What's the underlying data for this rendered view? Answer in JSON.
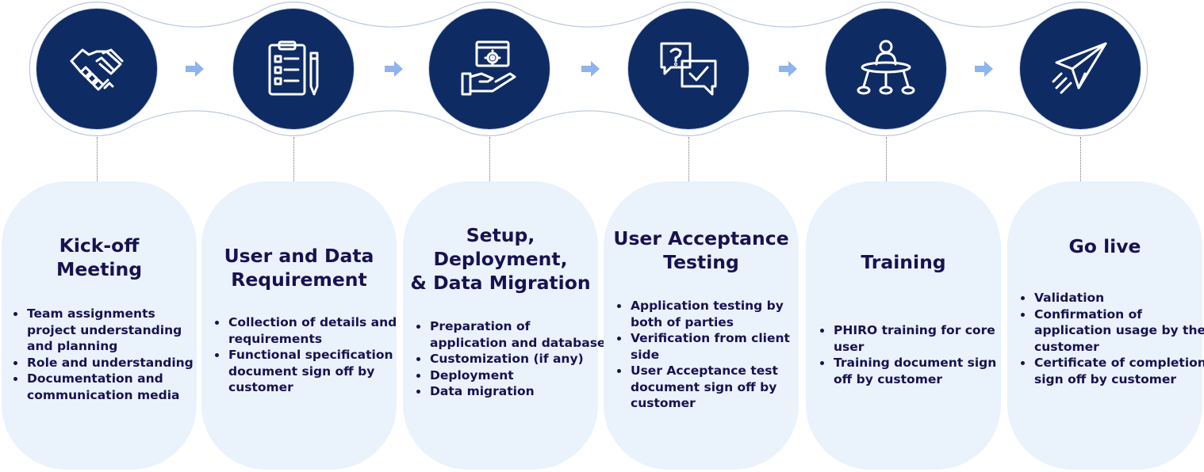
{
  "colors": {
    "circle": "#0f2b63",
    "card_bg": "#eaf2fc",
    "text": "#17124f",
    "arrow": "#8db4ec",
    "connector": "#b9c7dc"
  },
  "stages": [
    {
      "icon": "handshake-icon",
      "title_lines": [
        "Kick-off",
        "Meeting"
      ],
      "items": [
        "Team assignments project understanding and planning",
        "Role and understanding",
        "Documentation and communication media"
      ]
    },
    {
      "icon": "clipboard-checklist-icon",
      "title_lines": [
        "User and Data",
        "Requirement"
      ],
      "items": [
        "Collection of details and requirements",
        "Functional specification document sign off by customer"
      ]
    },
    {
      "icon": "hand-gear-deployment-icon",
      "title_lines": [
        "Setup,",
        "Deployment,",
        "& Data Migration"
      ],
      "items": [
        "Preparation of application and database",
        "Customization (if any)",
        "Deployment",
        "Data migration"
      ]
    },
    {
      "icon": "question-check-chat-icon",
      "title_lines": [
        "User Acceptance",
        "Testing"
      ],
      "items": [
        "Application testing by both of parties",
        "Verification from client side",
        "User Acceptance test document sign off by customer"
      ]
    },
    {
      "icon": "person-network-training-icon",
      "title_lines": [
        "Training"
      ],
      "items": [
        "PHIRO training for core user",
        "Training document sign off by customer"
      ]
    },
    {
      "icon": "paper-plane-icon",
      "title_lines": [
        "Go live"
      ],
      "items": [
        "Validation",
        "Confirmation of application usage by the customer",
        "Certificate of completion sign off by customer"
      ]
    }
  ]
}
